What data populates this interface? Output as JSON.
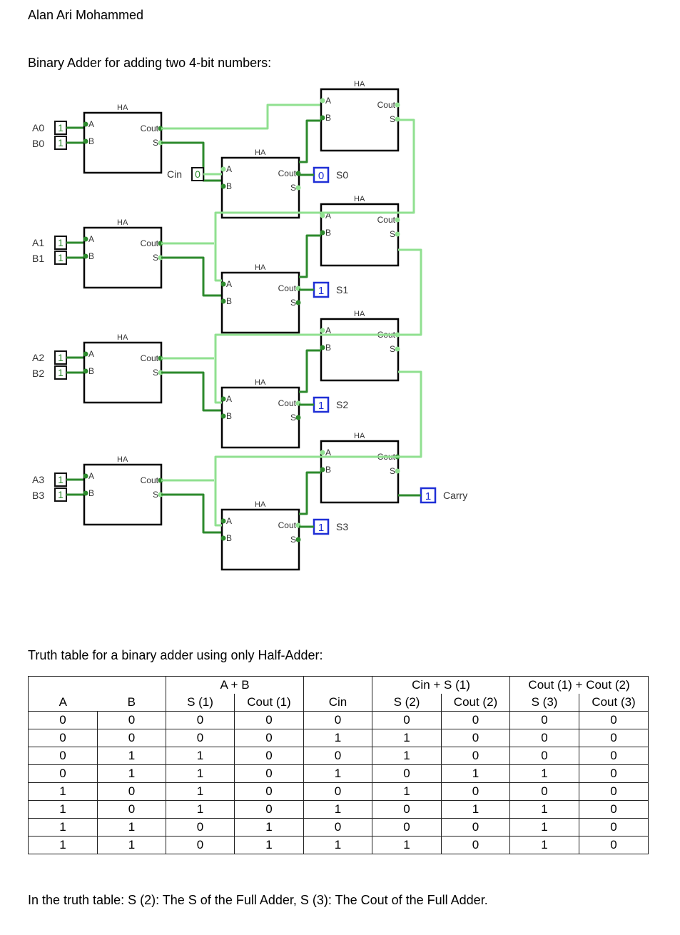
{
  "author": "Alan Ari Mohammed",
  "heading": "Binary Adder for adding two 4-bit numbers:",
  "circuit": {
    "ha_label": "HA",
    "port_a": "A",
    "port_b": "B",
    "port_cout": "Cout",
    "port_s": "S",
    "stages": [
      {
        "a_label": "A0",
        "b_label": "B0",
        "a_value": "1",
        "b_value": "1",
        "sum_label": "S0",
        "sum_value": "0"
      },
      {
        "a_label": "A1",
        "b_label": "B1",
        "a_value": "1",
        "b_value": "1",
        "sum_label": "S1",
        "sum_value": "1"
      },
      {
        "a_label": "A2",
        "b_label": "B2",
        "a_value": "1",
        "b_value": "1",
        "sum_label": "S2",
        "sum_value": "1"
      },
      {
        "a_label": "A3",
        "b_label": "B3",
        "a_value": "1",
        "b_value": "1",
        "sum_label": "S3",
        "sum_value": "1"
      }
    ],
    "cin_label": "Cin",
    "cin_value": "0",
    "carry_label": "Carry",
    "carry_value": "1",
    "colors": {
      "wire_on": "#2d8a2d",
      "wire_off": "#90e090",
      "output_box": "#1f2fd6",
      "box": "#000000"
    }
  },
  "table_heading": "Truth table for a binary adder using only Half-Adder:",
  "table": {
    "group_headers": [
      "A + B",
      "Cin + S (1)",
      "Cout (1) + Cout (2)"
    ],
    "columns": [
      "A",
      "B",
      "S (1)",
      "Cout (1)",
      "Cin",
      "S (2)",
      "Cout (2)",
      "S (3)",
      "Cout (3)"
    ],
    "rows": [
      [
        "0",
        "0",
        "0",
        "0",
        "0",
        "0",
        "0",
        "0",
        "0"
      ],
      [
        "0",
        "0",
        "0",
        "0",
        "1",
        "1",
        "0",
        "0",
        "0"
      ],
      [
        "0",
        "1",
        "1",
        "0",
        "0",
        "1",
        "0",
        "0",
        "0"
      ],
      [
        "0",
        "1",
        "1",
        "0",
        "1",
        "0",
        "1",
        "1",
        "0"
      ],
      [
        "1",
        "0",
        "1",
        "0",
        "0",
        "1",
        "0",
        "0",
        "0"
      ],
      [
        "1",
        "0",
        "1",
        "0",
        "1",
        "0",
        "1",
        "1",
        "0"
      ],
      [
        "1",
        "1",
        "0",
        "1",
        "0",
        "0",
        "0",
        "1",
        "0"
      ],
      [
        "1",
        "1",
        "0",
        "1",
        "1",
        "1",
        "0",
        "1",
        "0"
      ]
    ]
  },
  "footnote": "In the truth table: S (2): The S of the Full Adder, S (3): The Cout of the Full Adder."
}
